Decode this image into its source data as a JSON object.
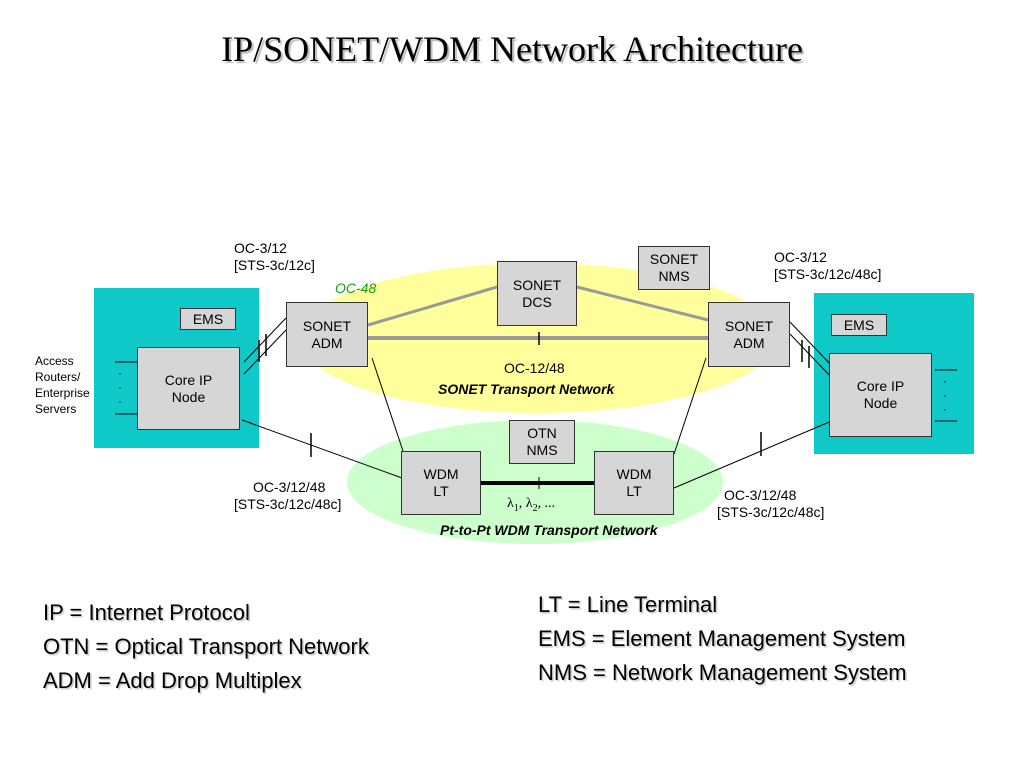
{
  "title": "IP/SONET/WDM Network Architecture",
  "left_site": {
    "ems": "EMS",
    "core_node": [
      "Core IP",
      "Node"
    ],
    "access_label": [
      "Access",
      "Routers/",
      "Enterprise",
      "Servers"
    ]
  },
  "right_site": {
    "ems": "EMS",
    "core_node": [
      "Core IP",
      "Node"
    ]
  },
  "sonet_network": {
    "name": "SONET Transport Network",
    "adm_left": [
      "SONET",
      "ADM"
    ],
    "adm_right": [
      "SONET",
      "ADM"
    ],
    "dcs": [
      "SONET",
      "DCS"
    ],
    "nms": [
      "SONET",
      "NMS"
    ],
    "ring_label": "OC-48",
    "link_label": "OC-12/48"
  },
  "wdm_network": {
    "name": "Pt-to-Pt WDM Transport Network",
    "lt_left": [
      "WDM",
      "LT"
    ],
    "lt_right": [
      "WDM",
      "LT"
    ],
    "otn_nms": [
      "OTN",
      "NMS"
    ],
    "wavelengths": {
      "lambda": "λ",
      "sub1": "1",
      "sep": ", ",
      "sub2": "2",
      "tail": ", ..."
    }
  },
  "interface_labels": {
    "top_left": [
      "OC-3/12",
      "[STS-3c/12c]"
    ],
    "top_right": [
      "OC-3/12",
      "[STS-3c/12c/48c]"
    ],
    "bottom_left": [
      "OC-3/12/48",
      "[STS-3c/12c/48c]"
    ],
    "bottom_right": [
      "OC-3/12/48",
      "[STS-3c/12c/48c]"
    ]
  },
  "legend_left": [
    "IP = Internet Protocol",
    "OTN = Optical Transport Network",
    "ADM = Add Drop Multiplex"
  ],
  "legend_right": [
    "LT = Line Terminal",
    "EMS = Element Management System",
    "NMS = Network Management System"
  ],
  "colors": {
    "site_fill": "#0fc8c8",
    "sonet_fill": "#ffff9c",
    "wdm_fill": "#ccffcc",
    "box_fill": "#d6d6d6",
    "ring_gray": "#999999",
    "ring_label": "#16a016"
  }
}
